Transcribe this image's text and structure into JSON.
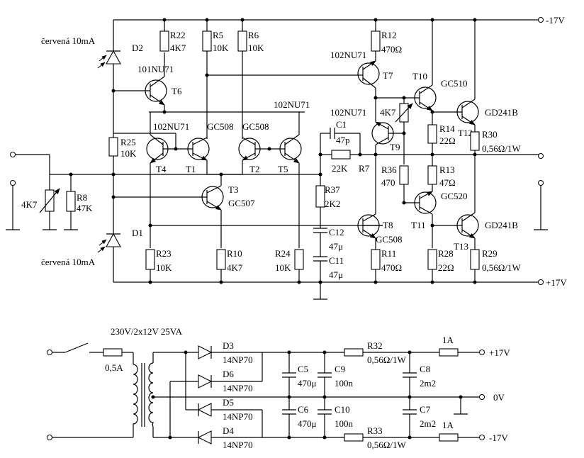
{
  "supply": {
    "neg": "-17V",
    "pos": "+17V",
    "zero": "0V",
    "pos_out": "+17V",
    "neg_out": "-17V"
  },
  "leds": {
    "top": "červená 10mA",
    "bottom": "červená 10mA"
  },
  "diodes": {
    "d1": "D1",
    "d2": "D2"
  },
  "transistors": {
    "t6": {
      "name": "T6",
      "type": "101NU71"
    },
    "t4": {
      "name": "T4",
      "type": "102NU71"
    },
    "t1": {
      "name": "T1",
      "type": "GC508"
    },
    "t2": {
      "name": "T2",
      "type": "GC508"
    },
    "t5": {
      "name": "T5",
      "type": "102NU71"
    },
    "t3": {
      "name": "T3",
      "type": "GC507"
    },
    "t7": {
      "name": "T7",
      "type": "102NU71"
    },
    "t9": {
      "name": "T9",
      "type": "102NU71"
    },
    "t8": {
      "name": "T8",
      "type": "GC508"
    },
    "t10": {
      "name": "T10",
      "type": "GC510"
    },
    "t11": {
      "name": "T11",
      "type": "GC520"
    },
    "t12": {
      "name": "T12",
      "type": "GD241B"
    },
    "t13": {
      "name": "T13",
      "type": "GD241B"
    }
  },
  "resistors": {
    "r22": {
      "name": "R22",
      "value": "4K7"
    },
    "r5": {
      "name": "R5",
      "value": "10K"
    },
    "r6": {
      "name": "R6",
      "value": "10K"
    },
    "r12": {
      "name": "R12",
      "value": "470Ω"
    },
    "r25": {
      "name": "R25",
      "value": "10K"
    },
    "r8": {
      "name": "R8",
      "value": "47K"
    },
    "pot_in": {
      "value": "4K7"
    },
    "pot_t9": {
      "value": "4K7"
    },
    "r7": {
      "name": "R7",
      "value": "22K"
    },
    "r37": {
      "name": "R37",
      "value": "2K2"
    },
    "r36": {
      "name": "R36",
      "value": "470"
    },
    "r14": {
      "name": "R14",
      "value": "22Ω"
    },
    "r13": {
      "name": "R13",
      "value": "47Ω"
    },
    "r30": {
      "name": "R30",
      "value": "0,56Ω/1W"
    },
    "r23": {
      "name": "R23",
      "value": "10K"
    },
    "r10": {
      "name": "R10",
      "value": "4K7"
    },
    "r24": {
      "name": "R24",
      "value": "10K"
    },
    "r11": {
      "name": "R11",
      "value": "470Ω"
    },
    "r28": {
      "name": "R28",
      "value": "22Ω"
    },
    "r29": {
      "name": "R29",
      "value": "0,56Ω/1W"
    },
    "r32": {
      "name": "R32",
      "value": "0,56Ω/1W"
    },
    "r33": {
      "name": "R33",
      "value": "0,56Ω/1W"
    }
  },
  "capacitors": {
    "c1": {
      "name": "C1",
      "value": "47p"
    },
    "c12": {
      "name": "C12",
      "value": "47μ"
    },
    "c11": {
      "name": "C11",
      "value": "47μ"
    },
    "c5": {
      "name": "C5",
      "value": "470μ"
    },
    "c9": {
      "name": "C9",
      "value": "100n"
    },
    "c8": {
      "name": "C8",
      "value": "2m2"
    },
    "c6": {
      "name": "C6",
      "value": "470μ"
    },
    "c10": {
      "name": "C10",
      "value": "100n"
    },
    "c7": {
      "name": "C7",
      "value": "2m2"
    }
  },
  "psu": {
    "transformer": "230V/2x12V 25VA",
    "fuse_main": "0,5A",
    "fuse_pos": "1A",
    "fuse_neg": "1A",
    "d3": {
      "name": "D3",
      "type": "14NP70"
    },
    "d6": {
      "name": "D6",
      "type": "14NP70"
    },
    "d5": {
      "name": "D5",
      "type": "14NP70"
    },
    "d4": {
      "name": "D4",
      "type": "14NP70"
    }
  }
}
